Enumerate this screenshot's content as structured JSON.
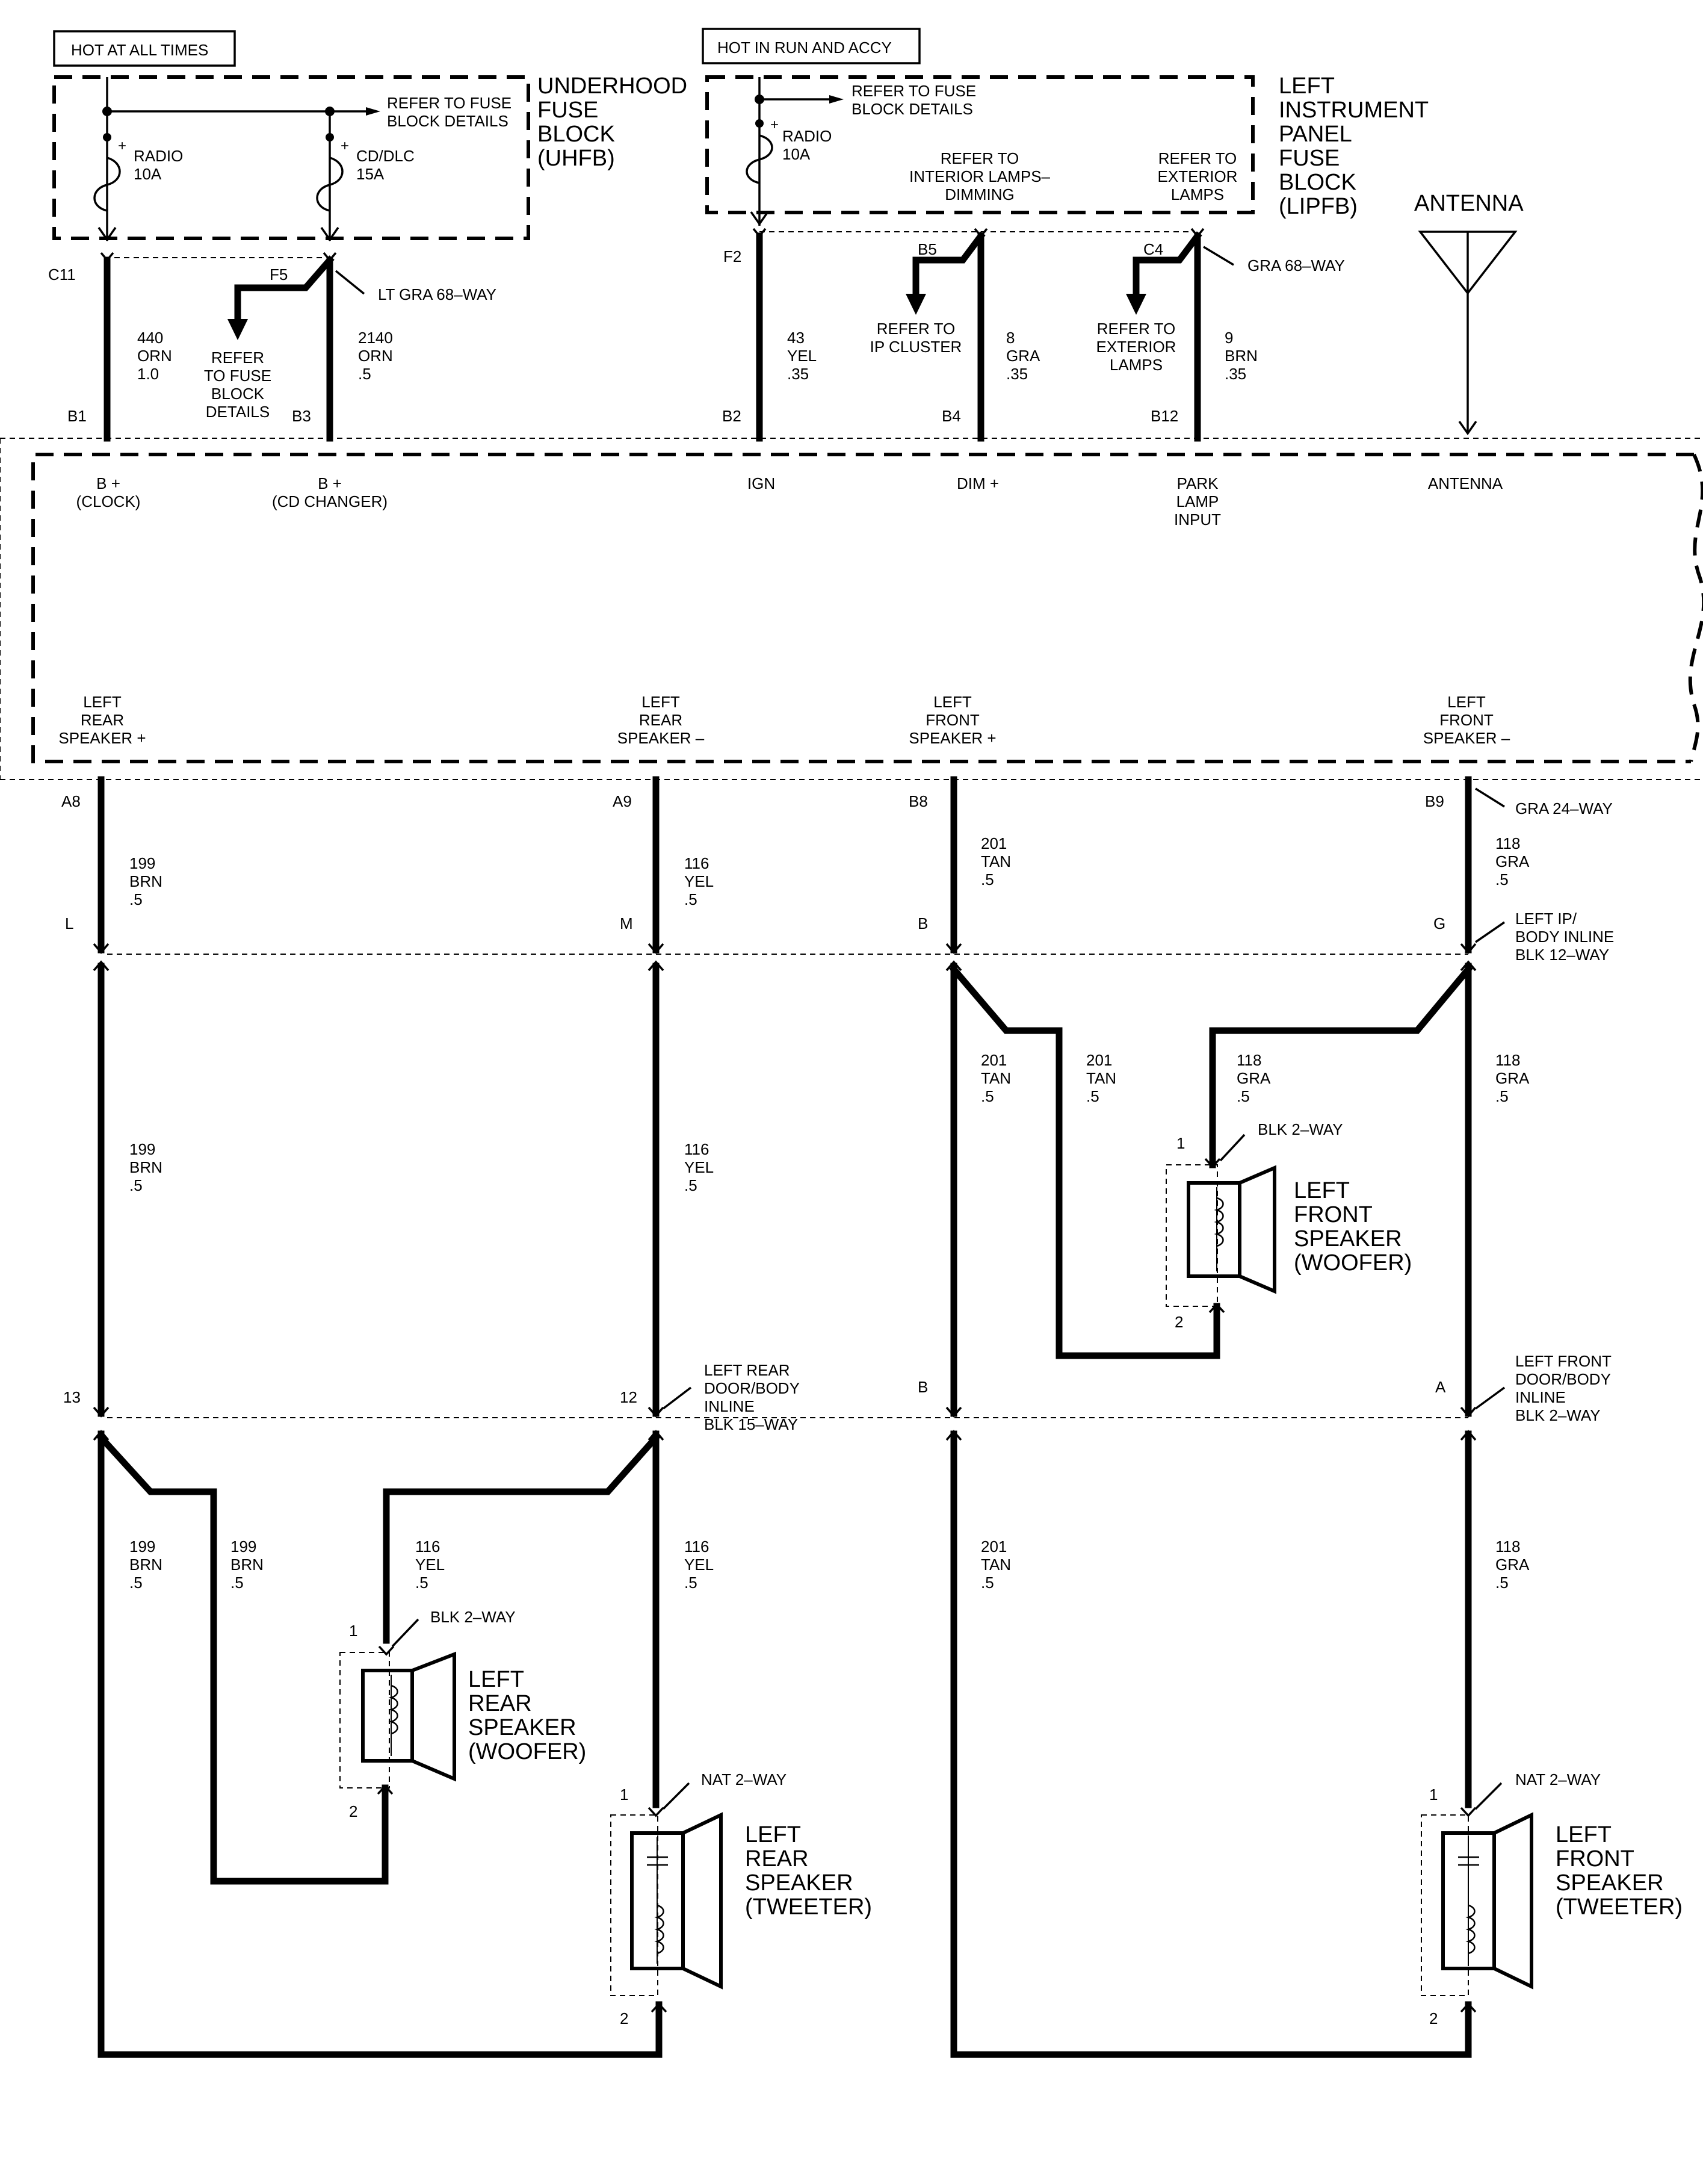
{
  "boxes": {
    "hot_all_times": "HOT AT ALL TIMES",
    "hot_run_accy": "HOT IN RUN AND ACCY"
  },
  "uhfb": {
    "title": [
      "UNDERHOOD",
      "FUSE",
      "BLOCK",
      "(UHFB)"
    ],
    "refer": [
      "REFER TO FUSE",
      "BLOCK DETAILS"
    ],
    "fuse1": [
      "RADIO",
      "10A"
    ],
    "fuse2": [
      "CD/DLC",
      "15A"
    ]
  },
  "lipfb": {
    "title": [
      "LEFT",
      "INSTRUMENT",
      "PANEL",
      "FUSE",
      "BLOCK",
      "(LIPFB)"
    ],
    "refer": [
      "REFER TO FUSE",
      "BLOCK DETAILS"
    ],
    "fuse1": [
      "RADIO",
      "10A"
    ],
    "refer_dim": [
      "REFER TO",
      "INTERIOR LAMPS–",
      "DIMMING"
    ],
    "refer_ext": [
      "REFER TO",
      "EXTERIOR",
      "LAMPS"
    ]
  },
  "antenna": {
    "label": "ANTENNA"
  },
  "upper": {
    "pins": {
      "c11": "C11",
      "f5": "F5",
      "f2": "F2",
      "b5": "B5",
      "c4": "C4",
      "b1": "B1",
      "b3": "B3",
      "b2": "B2",
      "b4": "B4",
      "b12": "B12"
    },
    "conn_lt_gra": "LT GRA 68–WAY",
    "conn_gra": "GRA 68–WAY",
    "refer_fuse": [
      "REFER",
      "TO FUSE",
      "BLOCK",
      "DETAILS"
    ],
    "refer_ip": [
      "REFER TO",
      "IP CLUSTER"
    ],
    "refer_ext": [
      "REFER TO",
      "EXTERIOR",
      "LAMPS"
    ],
    "w440": [
      "440",
      "ORN",
      "1.0"
    ],
    "w2140": [
      "2140",
      "ORN",
      ".5"
    ],
    "w43": [
      "43",
      "YEL",
      ".35"
    ],
    "w8": [
      "8",
      "GRA",
      ".35"
    ],
    "w9": [
      "9",
      "BRN",
      ".35"
    ]
  },
  "radio": {
    "top_labels": {
      "clock": [
        "B +",
        "(CLOCK)"
      ],
      "cd": [
        "B +",
        "(CD CHANGER)"
      ],
      "ign": "IGN",
      "dim": "DIM +",
      "park": [
        "PARK",
        "LAMP",
        "INPUT"
      ],
      "antenna": "ANTENNA"
    },
    "bottom_labels": {
      "lrp": [
        "LEFT",
        "REAR",
        "SPEAKER +"
      ],
      "lrm": [
        "LEFT",
        "REAR",
        "SPEAKER –"
      ],
      "lfp": [
        "LEFT",
        "FRONT",
        "SPEAKER +"
      ],
      "lfm": [
        "LEFT",
        "FRONT",
        "SPEAKER –"
      ]
    }
  },
  "lower": {
    "pins": {
      "a8": "A8",
      "a9": "A9",
      "b8": "B8",
      "b9": "B9",
      "l": "L",
      "m": "M",
      "b": "B",
      "g": "G",
      "p13": "13",
      "p12": "12",
      "pb": "B",
      "pa": "A"
    },
    "conn_gra24": "GRA 24–WAY",
    "conn_ipbody": [
      "LEFT IP/",
      "BODY INLINE",
      "BLK 12–WAY"
    ],
    "conn_reardoor": [
      "LEFT REAR",
      "DOOR/BODY",
      "INLINE",
      "BLK 15–WAY"
    ],
    "conn_frontdoor": [
      "LEFT FRONT",
      "DOOR/BODY",
      "INLINE",
      "BLK 2–WAY"
    ],
    "w199": [
      "199",
      "BRN",
      ".5"
    ],
    "w116": [
      "116",
      "YEL",
      ".5"
    ],
    "w201": [
      "201",
      "TAN",
      ".5"
    ],
    "w118": [
      "118",
      "GRA",
      ".5"
    ]
  },
  "speakers": {
    "front_woofer": [
      "LEFT",
      "FRONT",
      "SPEAKER",
      "(WOOFER)"
    ],
    "rear_woofer": [
      "LEFT",
      "REAR",
      "SPEAKER",
      "(WOOFER)"
    ],
    "rear_tweeter": [
      "LEFT",
      "REAR",
      "SPEAKER",
      "(TWEETER)"
    ],
    "front_tweeter": [
      "LEFT",
      "FRONT",
      "SPEAKER",
      "(TWEETER)"
    ],
    "blk2": "BLK 2–WAY",
    "nat2": "NAT 2–WAY",
    "pin1": "1",
    "pin2": "2"
  }
}
